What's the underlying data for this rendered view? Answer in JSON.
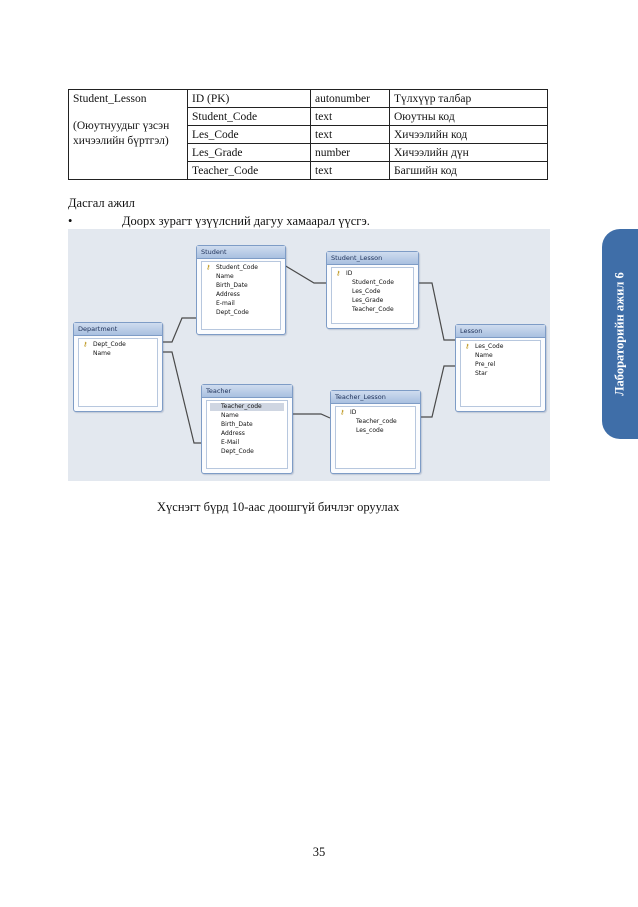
{
  "field_table": {
    "table_name": "Student_Lesson",
    "table_description": "(Оюутнуудыг үзсэн хичээлийн бүртгэл)",
    "rows": [
      {
        "field": "ID (PK)",
        "type": "autonumber",
        "description": "Түлхүүр талбар"
      },
      {
        "field": "Student_Code",
        "type": "text",
        "description": "Оюутны код"
      },
      {
        "field": "Les_Code",
        "type": "text",
        "description": "Хичээлийн код"
      },
      {
        "field": "Les_Grade",
        "type": "number",
        "description": "Хичээлийн дүн"
      },
      {
        "field": "Teacher_Code",
        "type": "text",
        "description": "Багшийн код"
      }
    ]
  },
  "section_label": "Дасгал ажил",
  "bullet_symbol": "•",
  "bullet_text": "Доорх зурагт үзүүлсний дагуу хамаарал үүсгэ.",
  "diagram": {
    "entities": {
      "student": {
        "title": "Student",
        "fields": [
          "Student_Code",
          "Name",
          "Birth_Date",
          "Address",
          "E-mail",
          "Dept_Code"
        ]
      },
      "student_lesson": {
        "title": "Student_Lesson",
        "fields": [
          "ID",
          "Student_Code",
          "Les_Code",
          "Les_Grade",
          "Teacher_Code"
        ]
      },
      "department": {
        "title": "Department",
        "fields": [
          "Dept_Code",
          "Name"
        ]
      },
      "lesson": {
        "title": "Lesson",
        "fields": [
          "Les_Code",
          "Name",
          "Pre_rel",
          "Star"
        ]
      },
      "teacher": {
        "title": "Teacher",
        "fields": [
          "Teacher_code",
          "Name",
          "Birth_Date",
          "Address",
          "E-Mail",
          "Dept_Code"
        ]
      },
      "teacher_lesson": {
        "title": "Teacher_Lesson",
        "fields": [
          "ID",
          "Teacher_code",
          "Les_code"
        ]
      }
    }
  },
  "caption": "Хүснэгт бүрд 10-аас доошгүй бичлэг оруулах",
  "page_number": "35",
  "side_tab": "Лабораторийн ажил 6",
  "colors": {
    "side_tab": "#3f6ea8",
    "diagram_background": "#e3e8ef",
    "entity_header": "#a9c0e0"
  }
}
